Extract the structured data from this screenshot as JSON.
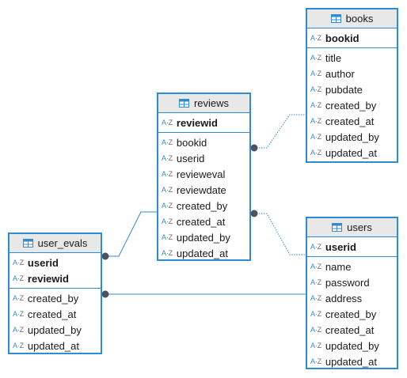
{
  "icons": {
    "table": "table-icon",
    "column": "az-column-icon"
  },
  "colors": {
    "entity_border": "#2e8ccf",
    "header_bg": "#e8e8e8",
    "connector": "#2e8ccf",
    "endpoint": "#4a5560"
  },
  "entities": {
    "books": {
      "name": "books",
      "keys": [
        "bookid"
      ],
      "columns": [
        "title",
        "author",
        "pubdate",
        "created_by",
        "created_at",
        "updated_by",
        "updated_at"
      ]
    },
    "reviews": {
      "name": "reviews",
      "keys": [
        "reviewid"
      ],
      "columns": [
        "bookid",
        "userid",
        "revieweval",
        "reviewdate",
        "created_by",
        "created_at",
        "updated_by",
        "updated_at"
      ]
    },
    "user_evals": {
      "name": "user_evals",
      "keys": [
        "userid",
        "reviewid"
      ],
      "columns": [
        "created_by",
        "created_at",
        "updated_by",
        "updated_at"
      ]
    },
    "users": {
      "name": "users",
      "keys": [
        "userid"
      ],
      "columns": [
        "name",
        "password",
        "address",
        "created_by",
        "created_at",
        "updated_by",
        "updated_at"
      ]
    }
  },
  "relationships": [
    {
      "from": "reviews",
      "to": "books",
      "style": "dotted"
    },
    {
      "from": "reviews",
      "to": "users",
      "style": "dotted"
    },
    {
      "from": "user_evals",
      "to": "reviews",
      "style": "solid"
    },
    {
      "from": "user_evals",
      "to": "users",
      "style": "solid"
    }
  ]
}
